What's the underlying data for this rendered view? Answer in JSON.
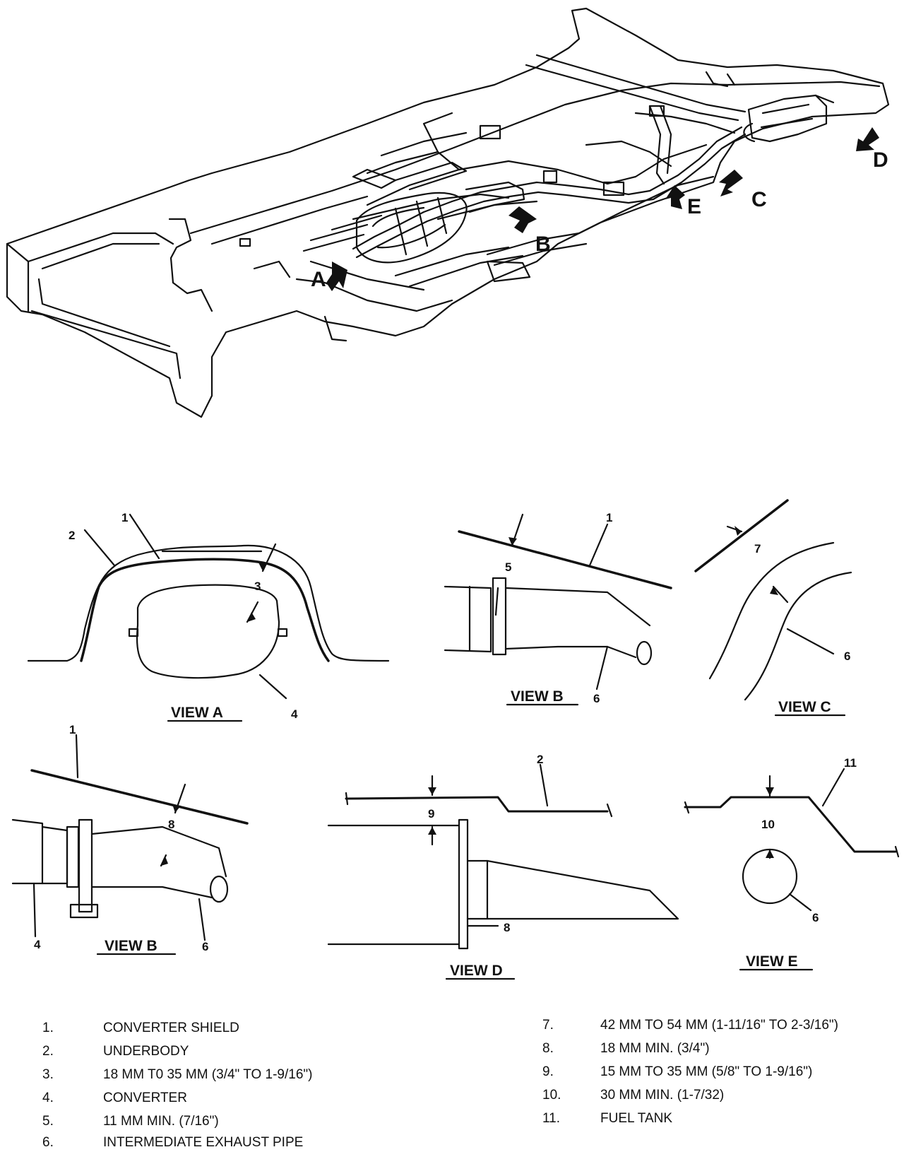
{
  "view_arrows": [
    "A",
    "B",
    "C",
    "D",
    "E"
  ],
  "views": {
    "a": {
      "title": "VIEW A",
      "callouts": [
        "1",
        "2",
        "3",
        "4"
      ]
    },
    "b1": {
      "title": "VIEW B",
      "callouts": [
        "1",
        "5",
        "6"
      ]
    },
    "c": {
      "title": "VIEW C",
      "callouts": [
        "7",
        "6"
      ]
    },
    "b2": {
      "title": "VIEW B",
      "callouts": [
        "1",
        "8",
        "4",
        "6"
      ]
    },
    "d": {
      "title": "VIEW D",
      "callouts": [
        "2",
        "9",
        "8"
      ]
    },
    "e": {
      "title": "VIEW E",
      "callouts": [
        "11",
        "10",
        "6"
      ]
    }
  },
  "legend": {
    "left": [
      {
        "num": "1.",
        "text": "CONVERTER SHIELD"
      },
      {
        "num": "2.",
        "text": "UNDERBODY"
      },
      {
        "num": "3.",
        "text": "18 MM T0 35 MM (3/4\" TO 1-9/16\")"
      },
      {
        "num": "4.",
        "text": "CONVERTER"
      },
      {
        "num": "5.",
        "text": "11 MM MIN. (7/16\")"
      },
      {
        "num": "6.",
        "text": "INTERMEDIATE EXHAUST PIPE"
      }
    ],
    "right": [
      {
        "num": "7.",
        "text": "42 MM TO 54 MM (1-11/16\" TO 2-3/16\")"
      },
      {
        "num": "8.",
        "text": "18 MM MIN. (3/4\")"
      },
      {
        "num": "9.",
        "text": "15 MM TO 35 MM (5/8\" TO 1-9/16\")"
      },
      {
        "num": "10.",
        "text": "30 MM MIN. (1-7/32)"
      },
      {
        "num": "11.",
        "text": "FUEL TANK"
      }
    ]
  }
}
